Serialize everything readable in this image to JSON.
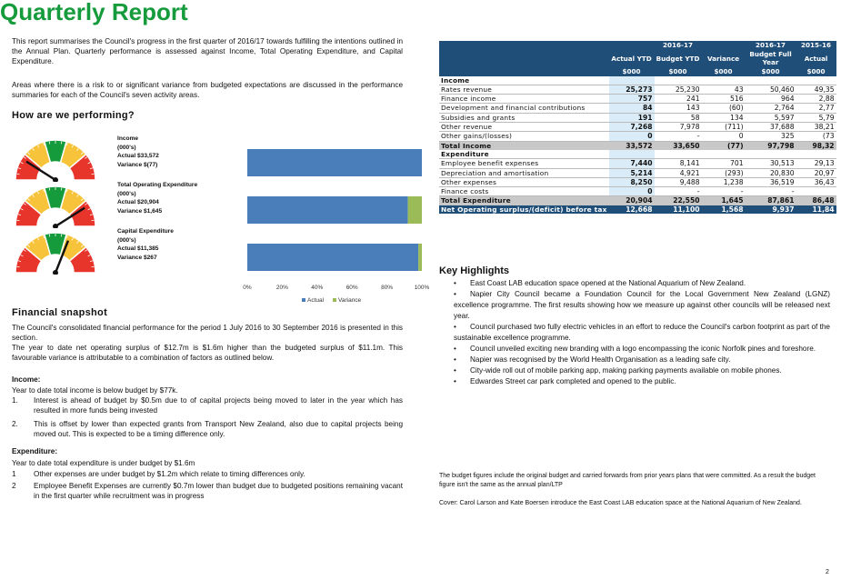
{
  "title": "Quarterly Report",
  "intro_p1": "This report summarises the Council's progress in the first quarter of 2016/17 towards fulfilling the intentions outlined in the Annual Plan.  Quarterly performance is assessed against Income, Total Operating Expenditure, and Capital Expenditure.",
  "intro_p2": "Areas where there is a risk to or significant variance from budgeted expectations are discussed in the performance summaries for each of the Council's seven activity areas.",
  "how_heading": "How are we performing?",
  "gauges": [
    {
      "name": "Income",
      "units": "(000's)",
      "actual": "Actual $33,572",
      "variance": "Variance $(77)",
      "needle": 0.18
    },
    {
      "name": "Total Operating Expenditure",
      "units": "(000's)",
      "actual": "Actual $20,904",
      "variance": "Variance $1,645",
      "needle": 0.82
    },
    {
      "name": "Capital Expenditure",
      "units": "(000's)",
      "actual": "Actual $11,385",
      "variance": "Variance $267",
      "needle": 0.62
    }
  ],
  "chart_data": {
    "type": "bar",
    "orientation": "horizontal",
    "stacked": true,
    "percent": true,
    "categories": [
      "Income",
      "Total Operating Expenditure",
      "Capital Expenditure"
    ],
    "series": [
      {
        "name": "Actual",
        "color": "#4a7ebb",
        "values": [
          100,
          92,
          98
        ]
      },
      {
        "name": "Variance",
        "color": "#9bbb59",
        "values": [
          0,
          8,
          2
        ]
      }
    ],
    "x_ticks": [
      "0%",
      "20%",
      "40%",
      "60%",
      "80%",
      "100%"
    ],
    "xlim": [
      0,
      100
    ],
    "legend": "bottom"
  },
  "snapshot_heading": "Financial snapshot",
  "snapshot_p1": "The Council's consolidated financial performance for the period 1 July 2016 to 30 September 2016 is presented in this section.",
  "snapshot_p2": "The year to date net operating surplus of $12.7m is $1.6m higher than the budgeted surplus of $11.1m. This favourable variance is attributable to a combination of factors as outlined below.",
  "income_heading": "Income:",
  "income_intro": "Year to date total income is below budget by $77k.",
  "income_items": [
    "Interest is ahead of budget by $0.5m due to of capital projects being moved to later in the year which has resulted in more funds being invested",
    "This is offset by lower than expected grants from Transport New Zealand, also due to capital projects being moved out. This is expected to be a timing difference only."
  ],
  "expenditure_heading": "Expenditure:",
  "expenditure_intro": "Year to date total expenditure is under budget by $1.6m",
  "expenditure_items": [
    "Other expenses are under budget by $1.2m which relate to timing differences only.",
    "Employee Benefit Expenses are currently $0.7m lower than budget due to budgeted positions remaining vacant in the first quarter while recruitment was in progress"
  ],
  "table": {
    "group_headers": [
      "2016-17",
      "2016-17",
      "2015-16"
    ],
    "col_headers": [
      "Actual YTD",
      "Budget YTD",
      "Variance",
      "Budget Full Year",
      "Actual"
    ],
    "units": [
      "$000",
      "$000",
      "$000",
      "$000",
      "$000"
    ],
    "income_label": "Income",
    "income_rows": [
      {
        "label": "Rates revenue",
        "v": [
          "25,273",
          "25,230",
          "43",
          "50,460",
          "49,35"
        ]
      },
      {
        "label": "Finance income",
        "v": [
          "757",
          "241",
          "516",
          "964",
          "2,88"
        ]
      },
      {
        "label": "Development and financial contributions",
        "v": [
          "84",
          "143",
          "(60)",
          "2,764",
          "2,77"
        ]
      },
      {
        "label": "Subsidies and grants",
        "v": [
          "191",
          "58",
          "134",
          "5,597",
          "5,79"
        ]
      },
      {
        "label": "Other revenue",
        "v": [
          "7,268",
          "7,978",
          "(711)",
          "37,688",
          "38,21"
        ]
      },
      {
        "label": "Other gains/(losses)",
        "v": [
          "0",
          "-",
          "0",
          "325",
          "(73"
        ]
      }
    ],
    "income_total": {
      "label": "Total Income",
      "v": [
        "33,572",
        "33,650",
        "(77)",
        "97,798",
        "98,32"
      ]
    },
    "expenditure_label": "Expenditure",
    "expenditure_rows": [
      {
        "label": "Employee benefit expenses",
        "v": [
          "7,440",
          "8,141",
          "701",
          "30,513",
          "29,13"
        ]
      },
      {
        "label": "Depreciation and amortisation",
        "v": [
          "5,214",
          "4,921",
          "(293)",
          "20,830",
          "20,97"
        ]
      },
      {
        "label": "Other expenses",
        "v": [
          "8,250",
          "9,488",
          "1,238",
          "36,519",
          "36,43"
        ]
      },
      {
        "label": "Finance costs",
        "v": [
          "0",
          "-",
          "-",
          "-",
          ""
        ]
      }
    ],
    "expenditure_total": {
      "label": "Total Expenditure",
      "v": [
        "20,904",
        "22,550",
        "1,645",
        "87,861",
        "86,48"
      ]
    },
    "net": {
      "label": "Net Operating surplus/(deficit) before tax",
      "v": [
        "12,668",
        "11,100",
        "1,568",
        "9,937",
        "11,84"
      ]
    }
  },
  "key_heading": "Key Highlights",
  "highlights": [
    "East Coast LAB education space opened at the National Aquarium of New Zealand.",
    "Napier City Council became a Foundation Council for the Local Government New Zealand (LGNZ) excellence programme. The first results showing how we measure up against other councils will be released next year.",
    "Council purchased two fully electric vehicles in an effort to reduce the Council's carbon footprint as part of the sustainable excellence programme.",
    "Council unveiled exciting new branding with a logo encompassing the iconic Norfolk pines and foreshore.",
    "Napier was recognised by the World Health Organisation as a leading safe city.",
    "City-wide roll out of mobile parking app, making parking payments available on mobile phones.",
    "Edwardes Street car park completed and opened to the public."
  ],
  "note1": "The budget figures include the original budget and carried forwards from prior years plans that were committed.  As a result the budget figure isn't the same as the annual plan/LTP",
  "note2": "Cover: Carol Larson and Kate Boersen introduce the East Coast LAB education space at the National Aquarium of New Zealand.",
  "page_number": "2"
}
